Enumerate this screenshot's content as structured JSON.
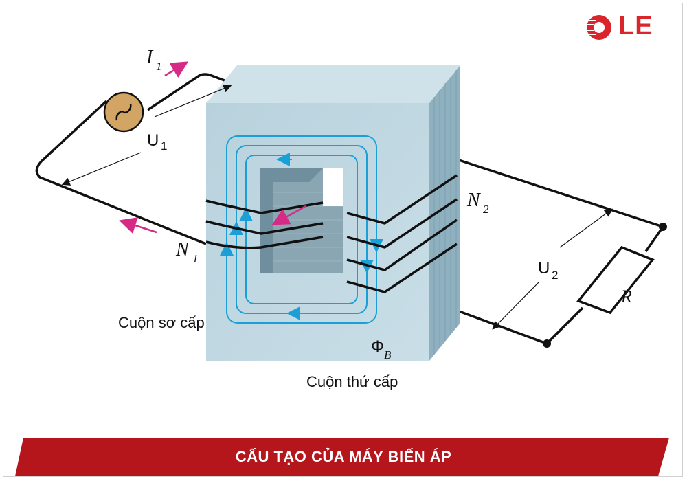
{
  "labels": {
    "i1": "I",
    "i1_sub": "1",
    "u1": "U",
    "u1_sub": "1",
    "n1": "N",
    "n1_sub": "1",
    "n2": "N",
    "n2_sub": "2",
    "u2": "U",
    "u2_sub": "2",
    "r": "R",
    "phi": "Φ",
    "phi_sub": "B",
    "primary": "Cuộn sơ cấp",
    "secondary": "Cuộn thứ cấp"
  },
  "logo": {
    "text": "LE",
    "icon": "ole-logo-icon"
  },
  "banner": {
    "title": "CẤU TẠO CỦA MÁY BIẾN ÁP"
  },
  "colors": {
    "core": "#a9c6d3",
    "core_dark": "#8fb0bf",
    "flux": "#1a9fd6",
    "arrow": "#d62a86",
    "source": "#d3a565",
    "banner": "#b5161c",
    "logo": "#d8262c"
  }
}
